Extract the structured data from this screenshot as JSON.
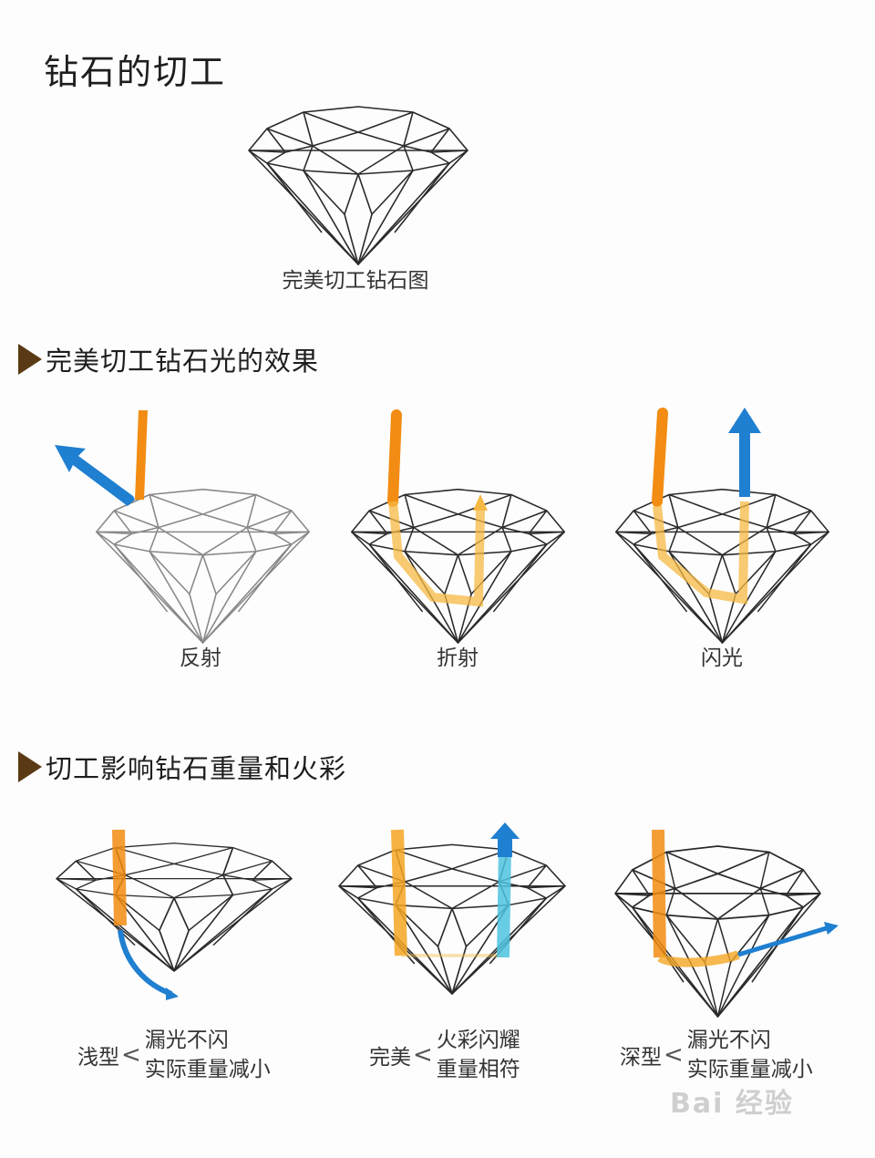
{
  "title": "钻石的切工",
  "hero": {
    "caption": "完美切工钻石图"
  },
  "section1": {
    "heading": "完美切工钻石光的效果",
    "items": [
      {
        "caption": "反射"
      },
      {
        "caption": "折射"
      },
      {
        "caption": "闪光"
      }
    ]
  },
  "section2": {
    "heading": "切工影响钻石重量和火彩",
    "items": [
      {
        "type": "浅型",
        "bracket": "<",
        "line1": "漏光不闪",
        "line2": "实际重量减小"
      },
      {
        "type": "完美",
        "bracket": "<",
        "line1": "火彩闪耀",
        "line2": "重量相符"
      },
      {
        "type": "深型",
        "bracket": "<",
        "line1": "漏光不闪",
        "line2": "实际重量减小"
      }
    ]
  },
  "colors": {
    "incoming_light": "#f28c12",
    "outgoing_light": "#1f7fd0",
    "marker": "#5a3a14",
    "line": "#2a2a2a"
  },
  "watermark": "Bai 经验"
}
